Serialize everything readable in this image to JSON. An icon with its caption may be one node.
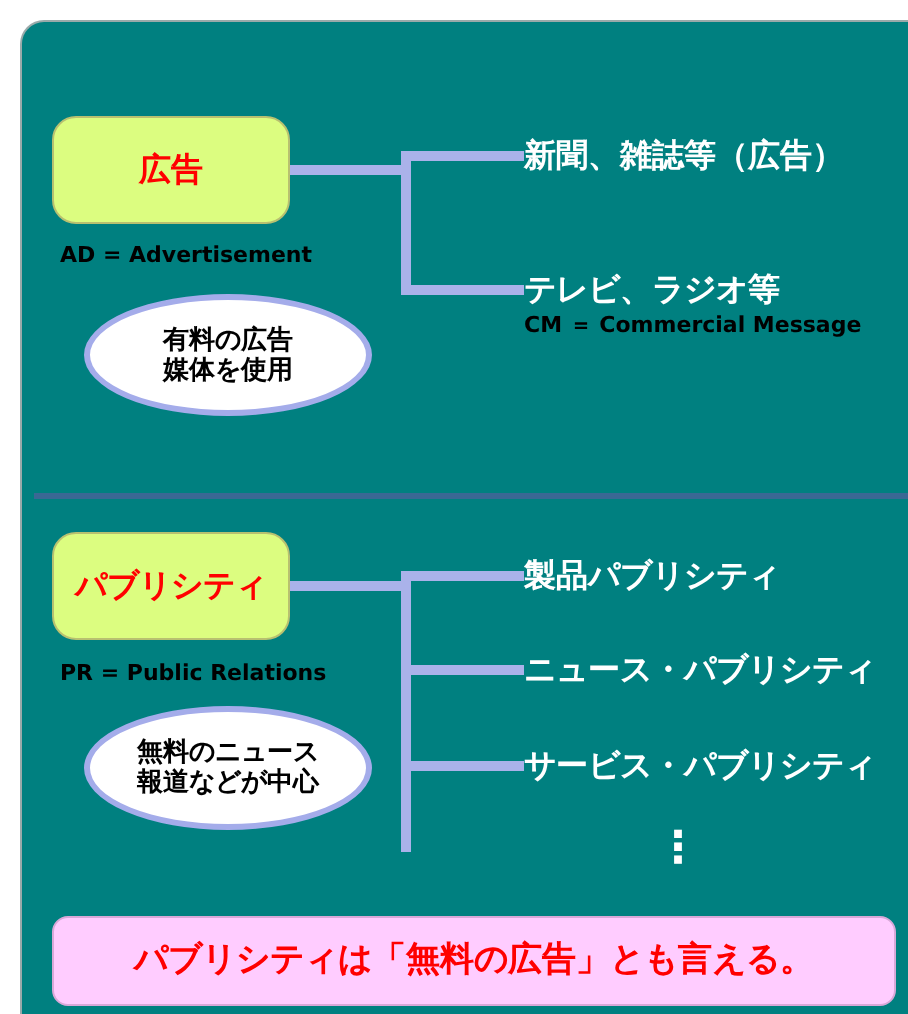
{
  "diagram": {
    "nodes": [
      {
        "text": [
          "広告"
        ],
        "beside": [
          "AD = Advertisement"
        ]
      },
      {
        "text": [
          "新聞、雑誌等（広告）"
        ]
      },
      {
        "text": [
          "テレビ、ラジオ等"
        ],
        "beside": [
          "CM ＝ Commercial Message"
        ]
      },
      {
        "text": [
          "有料の広告媒体を使用"
        ]
      },
      {
        "text": [
          "パブリシティ"
        ],
        "beside": [
          "PR = Public Relations"
        ]
      },
      {
        "text": [
          "製品パブリシティ"
        ]
      },
      {
        "text": [
          "ニュース・パブリシティ"
        ]
      },
      {
        "text": [
          "サービス・パブリシティ"
        ]
      },
      {
        "text": [
          "無料のニュース報道などが中心"
        ]
      },
      {
        "text": [
          "パブリシティは「無料の広告」とも言える。"
        ]
      }
    ],
    "edges": [
      {
        "from": 0,
        "to": 1,
        "arrow": "none"
      },
      {
        "from": 0,
        "to": 2,
        "arrow": "none"
      },
      {
        "from": 4,
        "to": 5,
        "arrow": "none"
      },
      {
        "from": 4,
        "to": 6,
        "arrow": "none"
      },
      {
        "from": 4,
        "to": 7,
        "arrow": "none"
      }
    ],
    "labels": [
      "⋮"
    ]
  }
}
